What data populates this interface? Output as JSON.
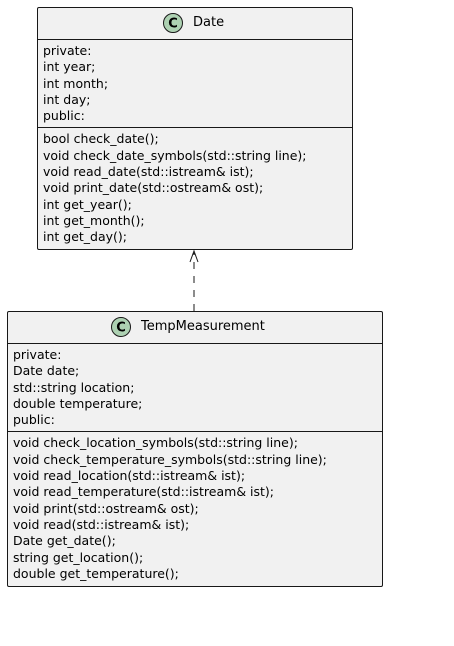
{
  "colors": {
    "class_fill": "#f1f1f1",
    "class_border": "#181818",
    "stereotype_circle": "#add1b2",
    "stereotype_text": "#000000"
  },
  "classes": {
    "date": {
      "stereotype_letter": "C",
      "name": "Date",
      "attributes": [
        "private:",
        "int year;",
        "int month;",
        "int day;",
        "public:"
      ],
      "methods": [
        "bool check_date();",
        "void check_date_symbols(std::string line);",
        "void read_date(std::istream& ist);",
        "void print_date(std::ostream& ost);",
        "int get_year();",
        "int get_month();",
        "int get_day();"
      ]
    },
    "temp_measurement": {
      "stereotype_letter": "C",
      "name": "TempMeasurement",
      "attributes": [
        "private:",
        "Date date;",
        "std::string location;",
        "double temperature;",
        "public:"
      ],
      "methods": [
        "void check_location_symbols(std::string line);",
        "void check_temperature_symbols(std::string line);",
        "void read_location(std::istream& ist);",
        "void read_temperature(std::istream& ist);",
        "void print(std::ostream& ost);",
        "void read(std::istream& ist);",
        "Date get_date();",
        "string get_location();",
        "double get_temperature();"
      ]
    }
  },
  "relations": [
    {
      "from": "TempMeasurement",
      "to": "Date",
      "kind": "dependency",
      "style": "dashed",
      "arrowhead": "open"
    }
  ]
}
